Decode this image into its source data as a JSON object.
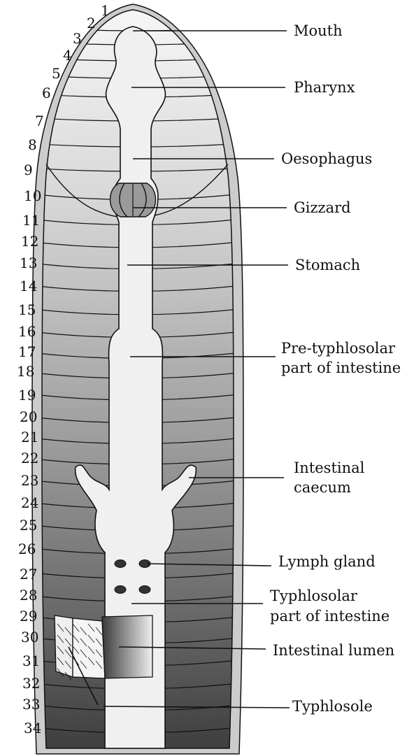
{
  "segments": [
    "1",
    "2",
    "3",
    "4",
    "5",
    "6",
    "7",
    "8",
    "9",
    "10",
    "11",
    "12",
    "13",
    "14",
    "15",
    "16",
    "17",
    "18",
    "19",
    "20",
    "21",
    "22",
    "23",
    "24",
    "25",
    "26",
    "27",
    "28",
    "29",
    "30",
    "31",
    "32",
    "33",
    "34"
  ],
  "labels": {
    "mouth": "Mouth",
    "pharynx": "Pharynx",
    "oesophagus": "Oesophagus",
    "gizzard": "Gizzard",
    "stomach": "Stomach",
    "pre_typhlosolar_line1": "Pre-typhlosolar",
    "pre_typhlosolar_line2": "part of intestine",
    "intestinal_caecum_line1": "Intestinal",
    "intestinal_caecum_line2": "caecum",
    "lymph_gland": "Lymph gland",
    "typhlosolar_line1": "Typhlosolar",
    "typhlosolar_line2": "part of intestine",
    "intestinal_lumen": "Intestinal lumen",
    "typhlosole": "Typhlosole"
  },
  "colors": {
    "body_top": "#f4f4f4",
    "body_bottom": "#4a4a4a",
    "outer_rim": "#c9c9c9",
    "gut": "#f1f1f1",
    "line": "#111111"
  }
}
